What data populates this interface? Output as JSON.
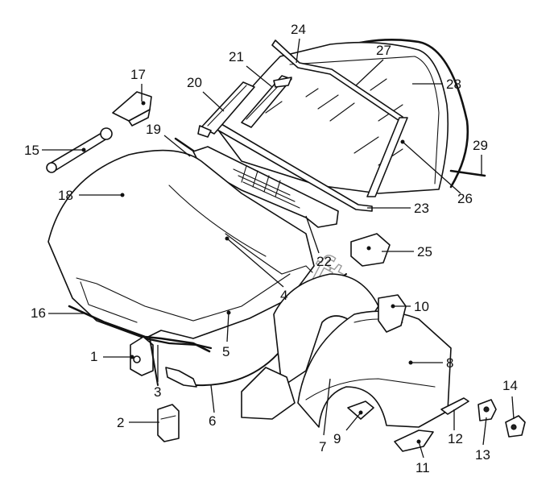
{
  "watermark": "AutoSoft",
  "callouts": [
    "1",
    "2",
    "3",
    "4",
    "5",
    "6",
    "7",
    "8",
    "9",
    "10",
    "11",
    "12",
    "13",
    "14",
    "15",
    "16",
    "17",
    "18",
    "19",
    "20",
    "21",
    "22",
    "23",
    "24",
    "25",
    "26",
    "27",
    "28",
    "29"
  ]
}
